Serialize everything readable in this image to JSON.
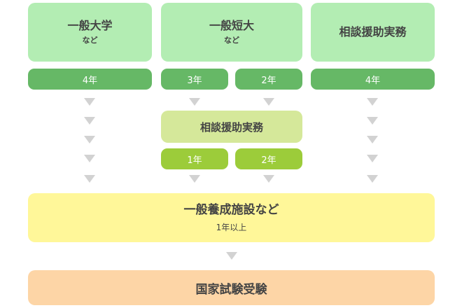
{
  "routes": [
    {
      "title": "一般大学",
      "sub": "など",
      "years": "4年"
    },
    {
      "title": "一般短大",
      "sub": "など",
      "years_a": "3年",
      "years_b": "2年"
    },
    {
      "title": "相談援助実務",
      "years": "4年"
    }
  ],
  "practice": {
    "title": "相談援助実務",
    "years_a": "1年",
    "years_b": "2年"
  },
  "facility": {
    "title": "一般養成施設など",
    "sub": "1年以上"
  },
  "exam": {
    "title": "国家試験受験"
  }
}
